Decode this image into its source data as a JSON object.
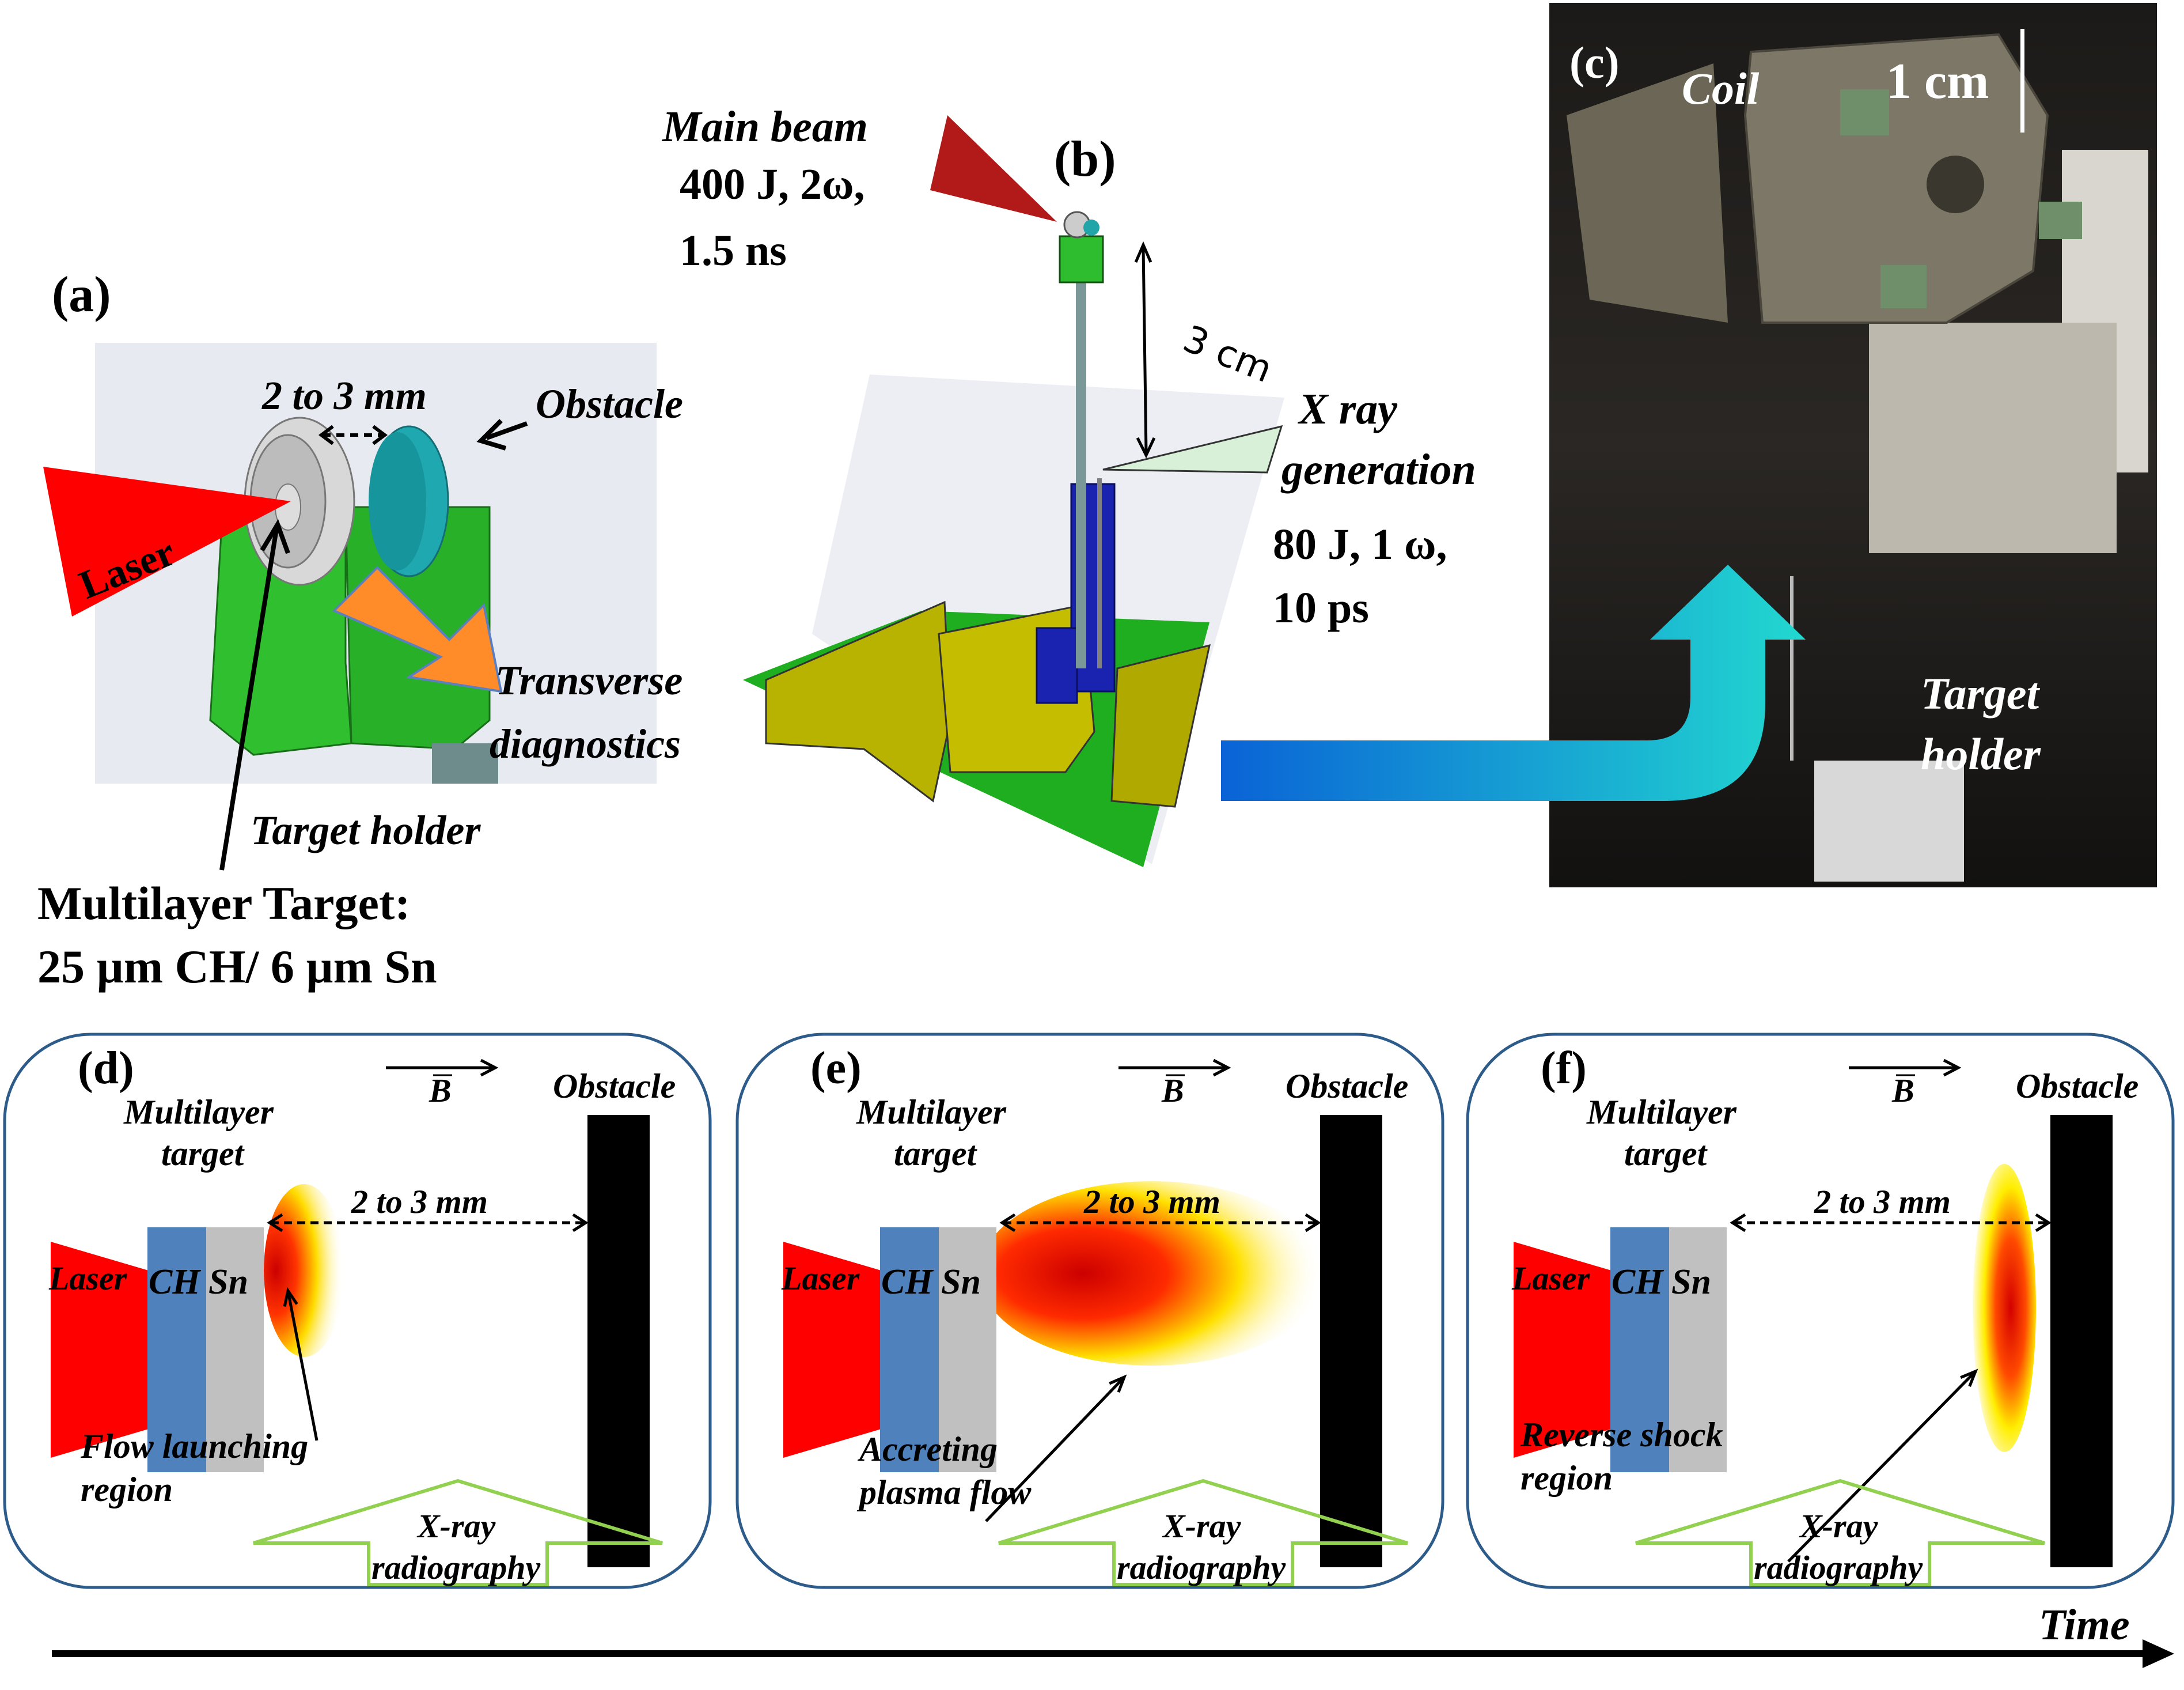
{
  "panel_a": {
    "label": "(a)",
    "spacing": "2 to 3 mm",
    "obstacle": "Obstacle",
    "laser": "Laser",
    "transverse_line1": "Transverse",
    "transverse_line2": "diagnostics",
    "target_holder": "Target holder",
    "target_line1": "Multilayer Target:",
    "target_line2": "25 µm CH/ 6 µm Sn"
  },
  "panel_b": {
    "label": "(b)",
    "main_beam_title": "Main beam",
    "main_beam_line1": "400 J, 2ω,",
    "main_beam_line2": "1.5 ns",
    "distance": "3 cm",
    "xray_line1": "X ray",
    "xray_line2": "generation",
    "xray_spec1": "80 J, 1 ω,",
    "xray_spec2": "10 ps"
  },
  "panel_c": {
    "label": "(c)",
    "coil": "Coil",
    "scale": "1 cm",
    "target_line1": "Target",
    "target_line2": "holder"
  },
  "stages": [
    {
      "label": "(d)",
      "field": "B",
      "obstacle": "Obstacle",
      "target_line1": "Multilayer",
      "target_line2": "target",
      "spacing": "2 to 3 mm",
      "laser": "Laser",
      "layer1": "CH",
      "layer2": "Sn",
      "note_line1": "Flow launching",
      "note_line2": "region",
      "xray_line1": "X-ray",
      "xray_line2": "radiography"
    },
    {
      "label": "(e)",
      "field": "B",
      "obstacle": "Obstacle",
      "target_line1": "Multilayer",
      "target_line2": "target",
      "spacing": "2 to 3 mm",
      "laser": "Laser",
      "layer1": "CH",
      "layer2": "Sn",
      "note_line1": "Accreting",
      "note_line2": "plasma flow",
      "xray_line1": "X-ray",
      "xray_line2": "radiography"
    },
    {
      "label": "(f)",
      "field": "B",
      "obstacle": "Obstacle",
      "target_line1": "Multilayer",
      "target_line2": "target",
      "spacing": "2 to 3 mm",
      "laser": "Laser",
      "layer1": "CH",
      "layer2": "Sn",
      "note_line1": "Reverse shock",
      "note_line2": "region",
      "xray_line1": "X-ray",
      "xray_line2": "radiography"
    }
  ],
  "timeline": {
    "label": "Time"
  },
  "colors": {
    "laser": "#ff0000",
    "ch_layer": "#4f81bd",
    "sn_layer": "#c0c0c0",
    "obstacle": "#000000",
    "xray_arrow": "#92d050",
    "panel_border": "#2e5c8a",
    "transverse_arrow": "#ff8c28",
    "transition_arrow_start": "#0a63d6",
    "transition_arrow_end": "#22d8d0"
  }
}
